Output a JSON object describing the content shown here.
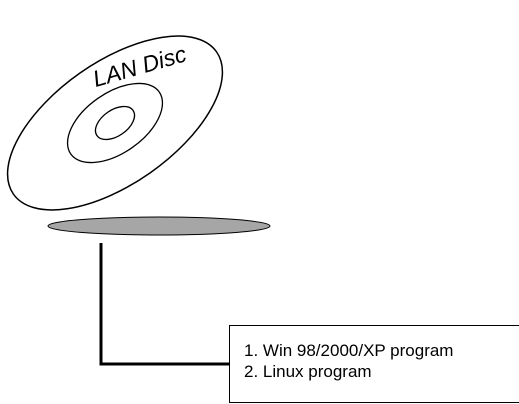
{
  "disc": {
    "label": "LAN Disc"
  },
  "info_box": {
    "items": [
      "1. Win 98/2000/XP program",
      "2. Linux program"
    ]
  }
}
